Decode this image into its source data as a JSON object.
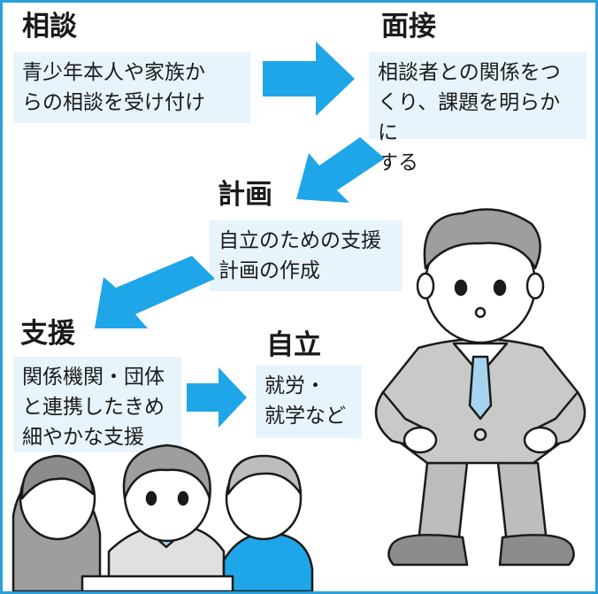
{
  "steps": {
    "consult": {
      "heading": "相談",
      "text": "青少年本人や家族か\nらの相談を受け付け"
    },
    "interview": {
      "heading": "面接",
      "text": "相談者との関係をつ\nくり、課題を明らかに\nする"
    },
    "plan": {
      "heading": "計画",
      "text": "自立のための支援\n計画の作成"
    },
    "support": {
      "heading": "支援",
      "text": "関係機関・団体\nと連携したきめ\n細やかな支援"
    },
    "independence": {
      "heading": "自立",
      "text": "就労・\n就学など"
    }
  },
  "colors": {
    "frame": "#2a9fd8",
    "arrow": "#1ea6e8",
    "box_fill": "#e8f4fc"
  },
  "illustrations": [
    "standing-man-suit",
    "group-of-three-people"
  ]
}
